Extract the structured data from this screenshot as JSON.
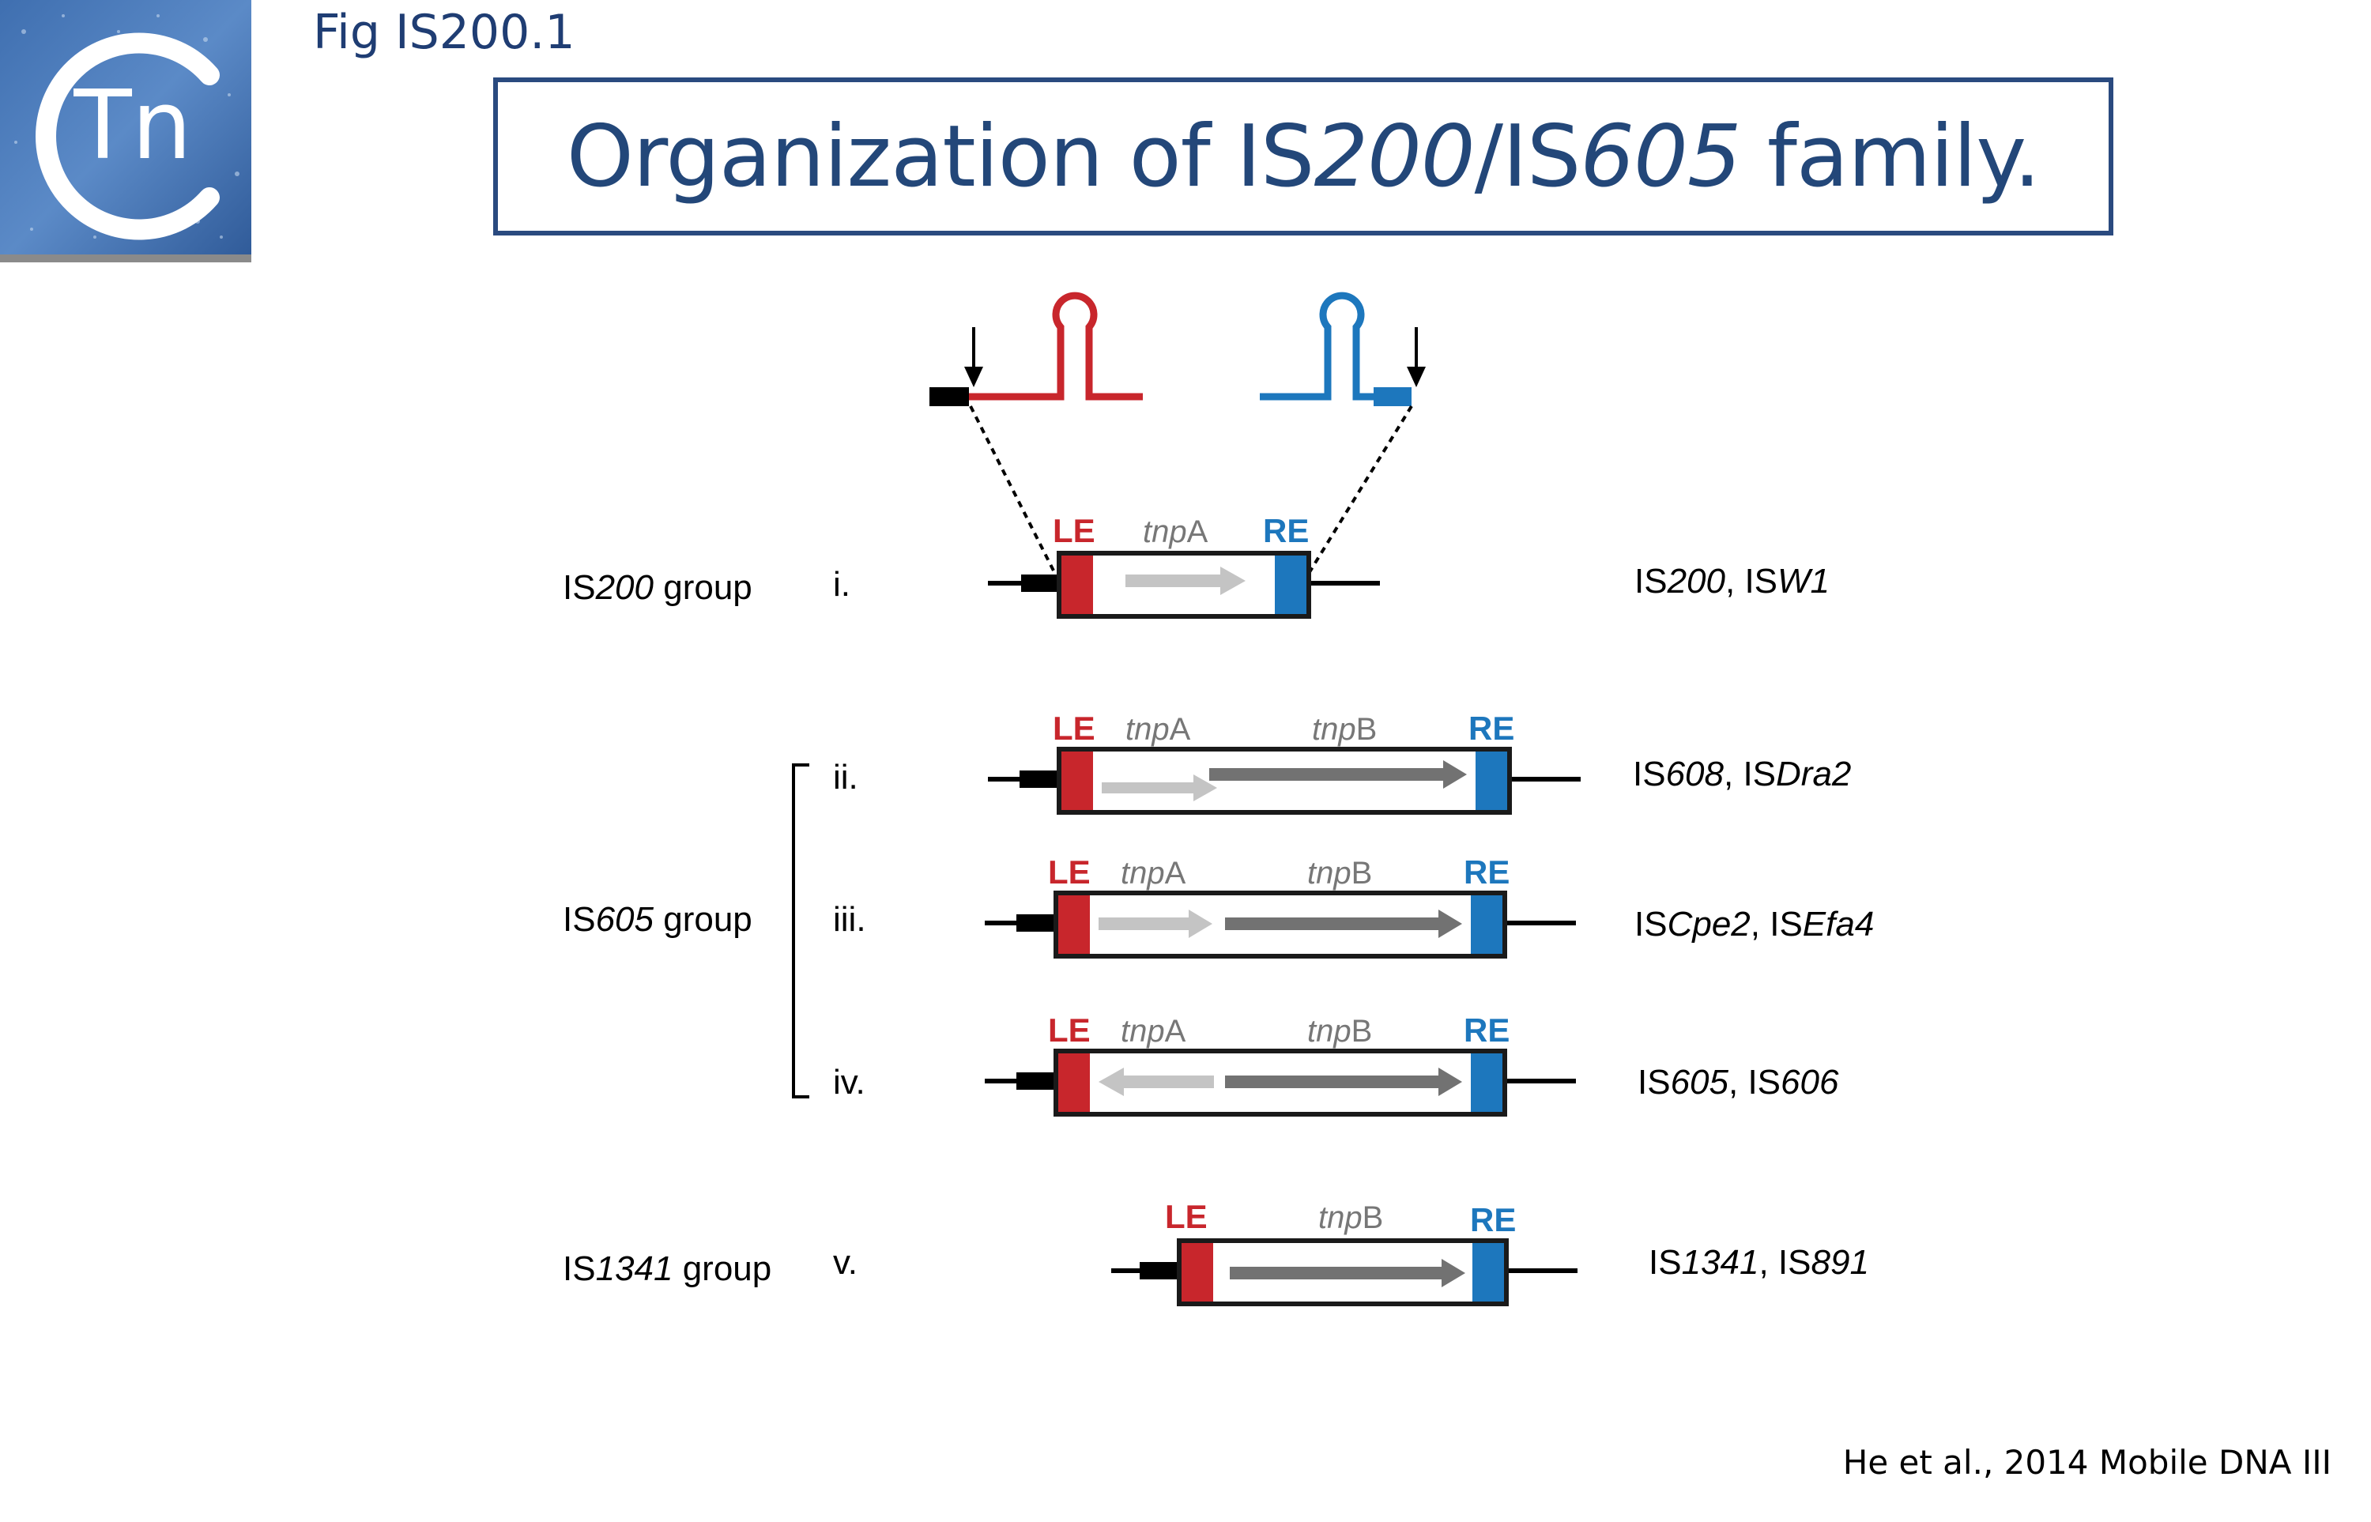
{
  "header": {
    "fig_label": "Fig IS200.1",
    "title": "Organization of IS200/IS605 family.",
    "logo_text": "Tn"
  },
  "citation": "He et al., 2014 Mobile DNA III",
  "colors": {
    "title": "#234779",
    "left_end": "#c8262c",
    "right_end": "#1d77bd",
    "tnpA_arrow": "#c4c4c4",
    "tnpB_arrow": "#727272"
  },
  "end_labels": {
    "left": "LE",
    "right": "RE"
  },
  "genes": {
    "tnpA_prefix": "tnp",
    "tnpA_suffix": "A",
    "tnpB_prefix": "tnp",
    "tnpB_suffix": "B"
  },
  "groups": [
    {
      "prefix": "IS",
      "number": "200",
      "suffix": " group"
    },
    {
      "prefix": "IS",
      "number": "605",
      "suffix": " group"
    },
    {
      "prefix": "IS",
      "number": "1341",
      "suffix": " group"
    }
  ],
  "rows": [
    {
      "numeral": "i.",
      "genes": "tnpA only",
      "ex1_prefix": "IS",
      "ex1_name": "200",
      "separator": ", ",
      "ex2_prefix": "IS",
      "ex2_name": "W1"
    },
    {
      "numeral": "ii.",
      "genes": "tnpA + tnpB overlapping",
      "ex1_prefix": "IS",
      "ex1_name": "608",
      "separator": ", ",
      "ex2_prefix": "IS",
      "ex2_name": "Dra2"
    },
    {
      "numeral": "iii.",
      "genes": "tnpA + tnpB",
      "ex1_prefix": "IS",
      "ex1_name": "Cpe2",
      "separator": ", ",
      "ex2_prefix": "IS",
      "ex2_name": "Efa4"
    },
    {
      "numeral": "iv.",
      "genes": "tnpA reversed + tnpB",
      "ex1_prefix": "IS",
      "ex1_name": "605",
      "separator": ", ",
      "ex2_prefix": "IS",
      "ex2_name": "606"
    },
    {
      "numeral": "v.",
      "genes": "tnpB only",
      "ex1_prefix": "IS",
      "ex1_name": "1341",
      "separator": ", ",
      "ex2_prefix": "IS",
      "ex2_name": "891"
    }
  ]
}
